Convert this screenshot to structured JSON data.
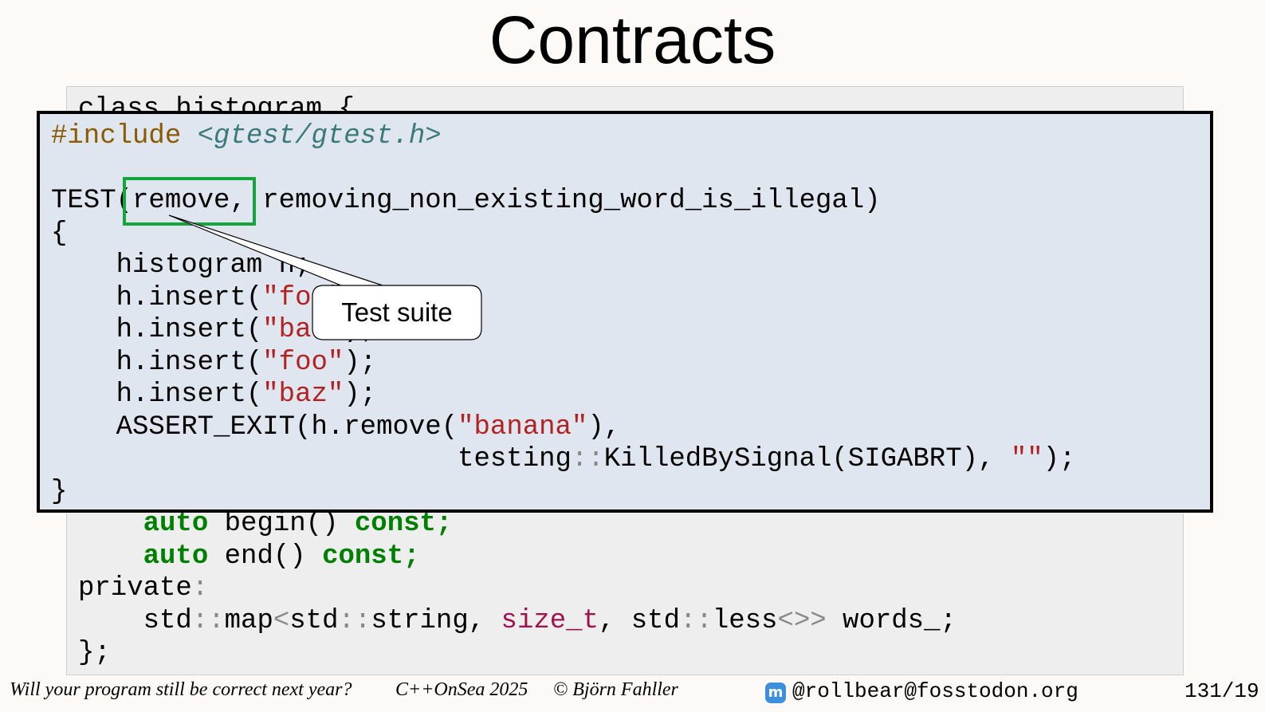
{
  "title": "Contracts",
  "background_code": {
    "first_line": "class histogram {",
    "tail": {
      "l1_kw": "auto",
      "l1_rest": " begin() ",
      "l1_const": "const;",
      "l2_kw": "auto",
      "l2_rest": " end() ",
      "l2_const": "const;",
      "private_kw": "private",
      "private_colon": ":",
      "map_std1": "std",
      "map_sep1": "::",
      "map_map": "map",
      "map_lt": "<",
      "map_std2": "std",
      "map_sep2": "::",
      "map_string": "string, ",
      "map_size_t": "size_t",
      "map_comma": ", ",
      "map_std3": "std",
      "map_sep3": "::",
      "map_less": "less",
      "map_angles": "<>>",
      "map_rest": " words_;",
      "close": "};"
    }
  },
  "foreground_code": {
    "include_directive": "#include",
    "include_file": "<gtest/gtest.h>",
    "test_macro": "TEST",
    "test_paren": "(",
    "test_suite": "remove,",
    "test_name": " removing_non_existing_word_is_illegal)",
    "open_brace": "{",
    "decl": "histogram h;",
    "inserts": [
      {
        "call": "h.insert(",
        "arg": "\"foo\"",
        "end": ");"
      },
      {
        "call": "h.insert(",
        "arg": "\"bar\"",
        "end": ");"
      },
      {
        "call": "h.insert(",
        "arg": "\"foo\"",
        "end": ");"
      },
      {
        "call": "h.insert(",
        "arg": "\"baz\"",
        "end": ");"
      }
    ],
    "assert_call": "ASSERT_EXIT(h.remove(",
    "assert_arg": "\"banana\"",
    "assert_end": "),",
    "testing_ns": "testing",
    "testing_sep": "::",
    "testing_rest": "KilledBySignal(SIGABRT), ",
    "empty_str": "\"\"",
    "testing_end": ");",
    "close_brace": "}"
  },
  "callout": {
    "label": "Test suite"
  },
  "colors": {
    "highlight": "#14a53c",
    "keyword": "#008000",
    "string": "#b22222"
  },
  "footer": {
    "talk": "Will your program still be correct next year?",
    "event": "C++OnSea 2025",
    "author": "© Björn Fahller",
    "mastodon_icon": "mastodon-icon",
    "handle": "@rollbear@fosstodon.org",
    "page": "131/19"
  }
}
